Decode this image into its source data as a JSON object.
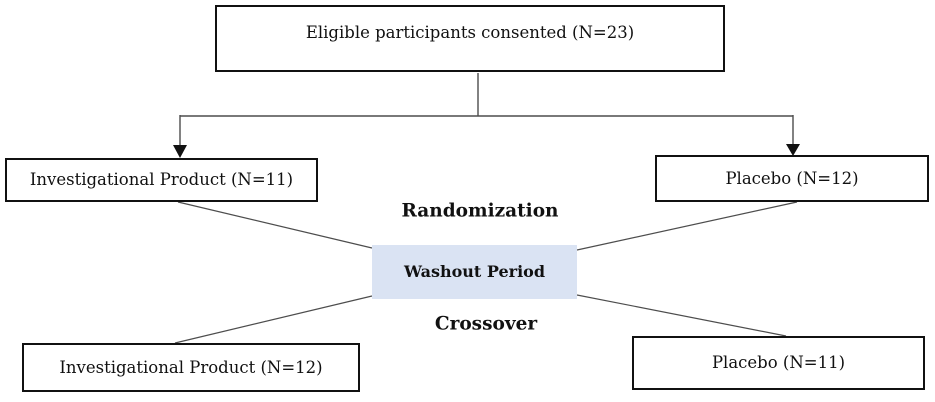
{
  "colors": {
    "washout_fill": "#dae3f3",
    "box_border": "#111111",
    "connector_line": "#4d4d4d",
    "arrowhead": "#111111",
    "text": "#111111",
    "background": "#ffffff"
  },
  "flowchart": {
    "enrollment_box": {
      "label": "Eligible participants consented (N=23)"
    },
    "arm1_investigational_box": {
      "label": "Investigational Product (N=11)"
    },
    "arm1_placebo_box": {
      "label": "Placebo (N=12)"
    },
    "randomization_label": "Randomization",
    "washout_box": {
      "label": "Washout Period"
    },
    "crossover_label": "Crossover",
    "arm2_investigational_box": {
      "label": "Investigational Product (N=12)"
    },
    "arm2_placebo_box": {
      "label": "Placebo (N=11)"
    }
  }
}
